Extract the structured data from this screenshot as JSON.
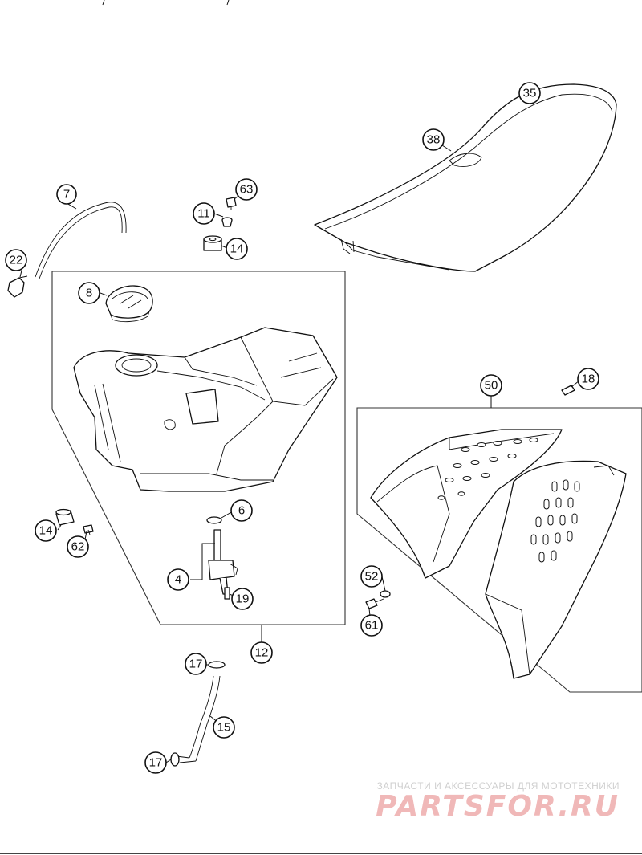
{
  "callouts": [
    {
      "id": "c35",
      "label": "35"
    },
    {
      "id": "c38",
      "label": "38"
    },
    {
      "id": "c7",
      "label": "7"
    },
    {
      "id": "c63",
      "label": "63"
    },
    {
      "id": "c11",
      "label": "11"
    },
    {
      "id": "c14a",
      "label": "14"
    },
    {
      "id": "c22",
      "label": "22"
    },
    {
      "id": "c8",
      "label": "8"
    },
    {
      "id": "c50",
      "label": "50"
    },
    {
      "id": "c18",
      "label": "18"
    },
    {
      "id": "c6",
      "label": "6"
    },
    {
      "id": "c14b",
      "label": "14"
    },
    {
      "id": "c62",
      "label": "62"
    },
    {
      "id": "c4",
      "label": "4"
    },
    {
      "id": "c19",
      "label": "19"
    },
    {
      "id": "c52",
      "label": "52"
    },
    {
      "id": "c61",
      "label": "61"
    },
    {
      "id": "c12",
      "label": "12"
    },
    {
      "id": "c17a",
      "label": "17"
    },
    {
      "id": "c15",
      "label": "15"
    },
    {
      "id": "c17b",
      "label": "17"
    }
  ],
  "watermark": {
    "tagline": "ЗАПЧАСТИ И АКСЕССУАРЫ ДЛЯ МОТОТЕХНИКИ",
    "logo": "PARTSFOR.RU"
  },
  "colors": {
    "line": "#111111",
    "watermark_logo": "#f0b8b8",
    "watermark_text": "#cfcfcf"
  }
}
